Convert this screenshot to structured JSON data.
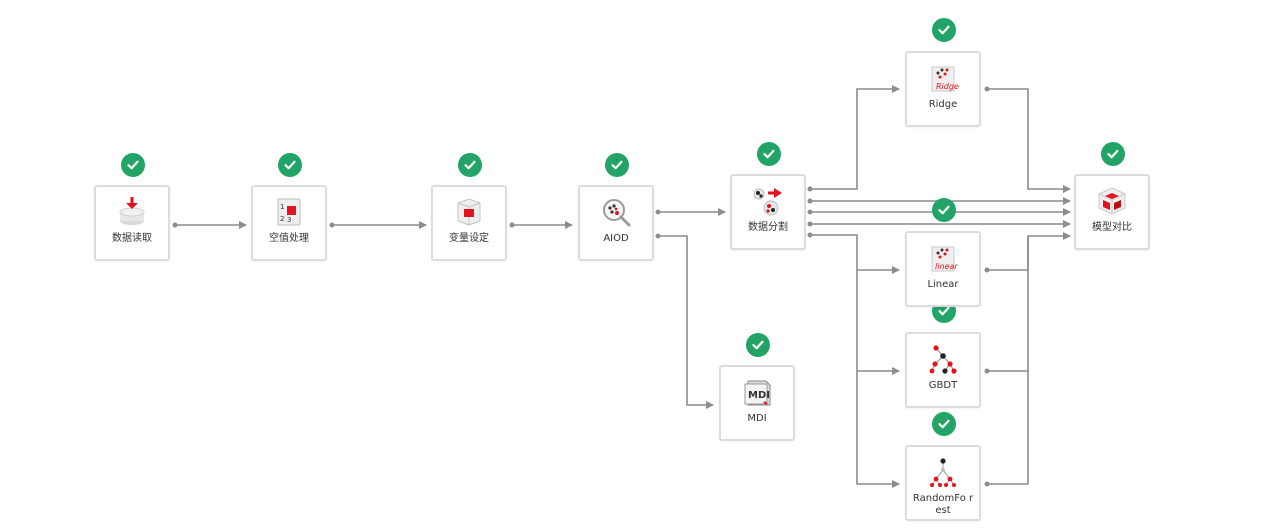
{
  "nodes": {
    "read": {
      "label": "数据读取"
    },
    "null": {
      "label": "空值处理"
    },
    "var": {
      "label": "变量设定"
    },
    "aiod": {
      "label": "AIOD"
    },
    "split": {
      "label": "数据分割"
    },
    "mdi": {
      "label": "MDI"
    },
    "ridge": {
      "label": "Ridge"
    },
    "linear": {
      "label": "Linear"
    },
    "gbdt": {
      "label": "GBDT"
    },
    "rf": {
      "label": "RandomFo rest"
    },
    "compare": {
      "label": "模型对比"
    }
  },
  "icons": {
    "read": "database-download-icon",
    "null": "null-handling-icon",
    "var": "variable-settings-icon",
    "aiod": "magnifier-scatter-icon",
    "split": "data-split-icon",
    "mdi": "mdi-icon",
    "ridge": "ridge-icon",
    "linear": "linear-icon",
    "gbdt": "tree-icon",
    "rf": "forest-tree-icon",
    "compare": "cube-compare-icon"
  },
  "colors": {
    "status_ok": "#21a466",
    "edge": "#8c8c8c",
    "node_border": "#dcdcdc",
    "accent": "#e0141e"
  }
}
